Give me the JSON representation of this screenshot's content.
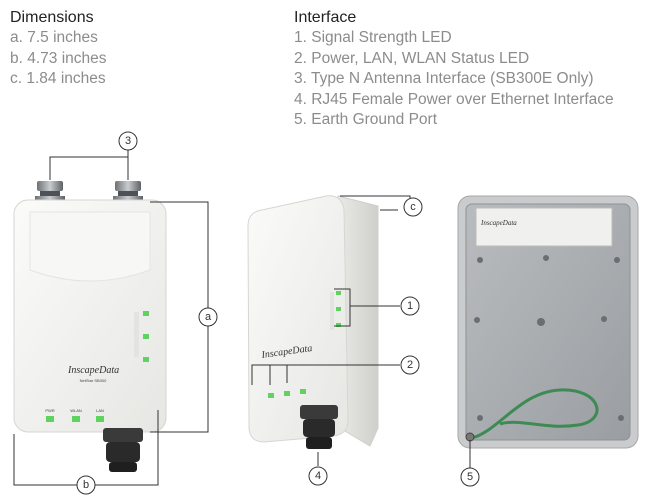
{
  "dimensions": {
    "heading": "Dimensions",
    "items": [
      "a. 7.5 inches",
      "b. 4.73 inches",
      "c. 1.84 inches"
    ]
  },
  "interface": {
    "heading": "Interface",
    "items": [
      "1. Signal Strength LED",
      "2. Power, LAN, WLAN Status LED",
      "3. Type N Antenna Interface (SB300E Only)",
      "4. RJ45 Female Power over Ethernet Interface",
      "5. Earth Ground Port"
    ]
  },
  "callouts": [
    "1",
    "2",
    "3",
    "4",
    "5",
    "a",
    "b",
    "c"
  ],
  "device": {
    "brand": "InscapeData",
    "model": "NetStar SB300",
    "led_labels": [
      "PWR",
      "WLAN",
      "LAN"
    ]
  },
  "colors": {
    "led": "#5fd35f",
    "body": "#f4f4f2",
    "plate": "#a9adb1",
    "ground_wire": "#3d8a55"
  }
}
